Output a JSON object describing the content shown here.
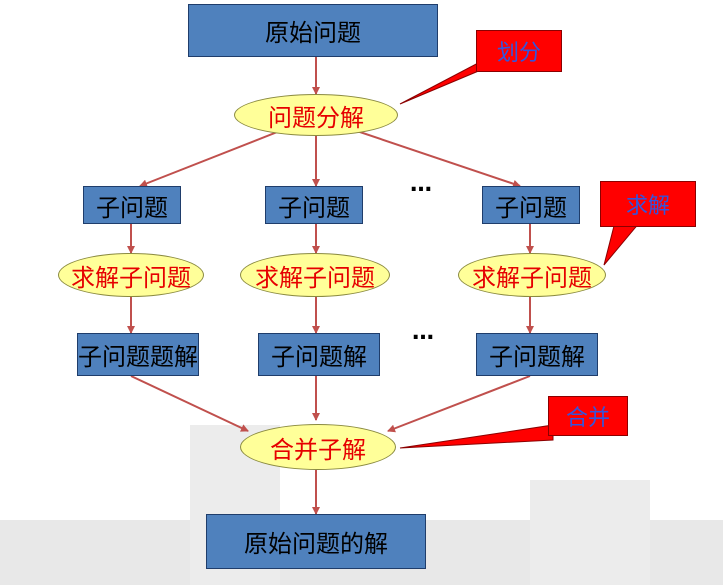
{
  "colors": {
    "box_fill": "#4f81bd",
    "ellipse_fill": "#ffff99",
    "ellipse_text": "#e60000",
    "callout_fill": "#ff0000",
    "callout_text": "#3355dd",
    "arrow": "#c0504d"
  },
  "diagram": {
    "original_problem": "原始问题",
    "decompose": "问题分解",
    "subproblems": [
      "子问题",
      "子问题",
      "子问题"
    ],
    "solve_steps": [
      "求解子问题",
      "求解子问题",
      "求解子问题"
    ],
    "sub_solutions": [
      "子问题题解",
      "子问题解",
      "子问题解"
    ],
    "merge": "合并子解",
    "final_solution": "原始问题的解",
    "ellipsis": "…",
    "callouts": {
      "divide": "划分",
      "solve": "求解",
      "combine": "合并"
    }
  }
}
